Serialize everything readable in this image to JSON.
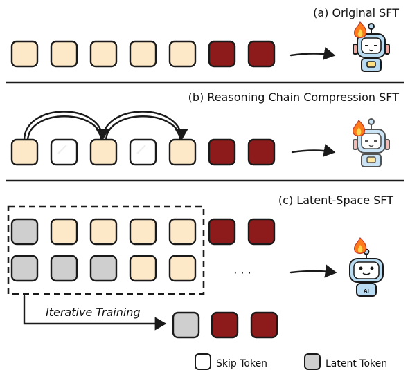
{
  "panels": {
    "a": {
      "title": "(a) Original SFT"
    },
    "b": {
      "title": "(b) Reasoning Chain Compression SFT"
    },
    "c": {
      "title": "(c) Latent-Space SFT",
      "iterative_label": "Iterative Training",
      "ellipsis": "· · ·"
    }
  },
  "legend": {
    "skip_label": "Skip Token",
    "latent_label": "Latent Token"
  },
  "colors": {
    "cot_token": "#fde8c8",
    "answer_token": "#8e1b1b",
    "latent_token": "#cfcfcf",
    "skip_token": "#ffffff",
    "robot_body": "#b9dcf2",
    "robot_accent": "#f0a9a0",
    "flame": "#ff7a1a"
  },
  "robot_icons": [
    "robot-icon",
    "robot-icon",
    "ai-robot-icon"
  ],
  "flame_icon": "flame-icon"
}
